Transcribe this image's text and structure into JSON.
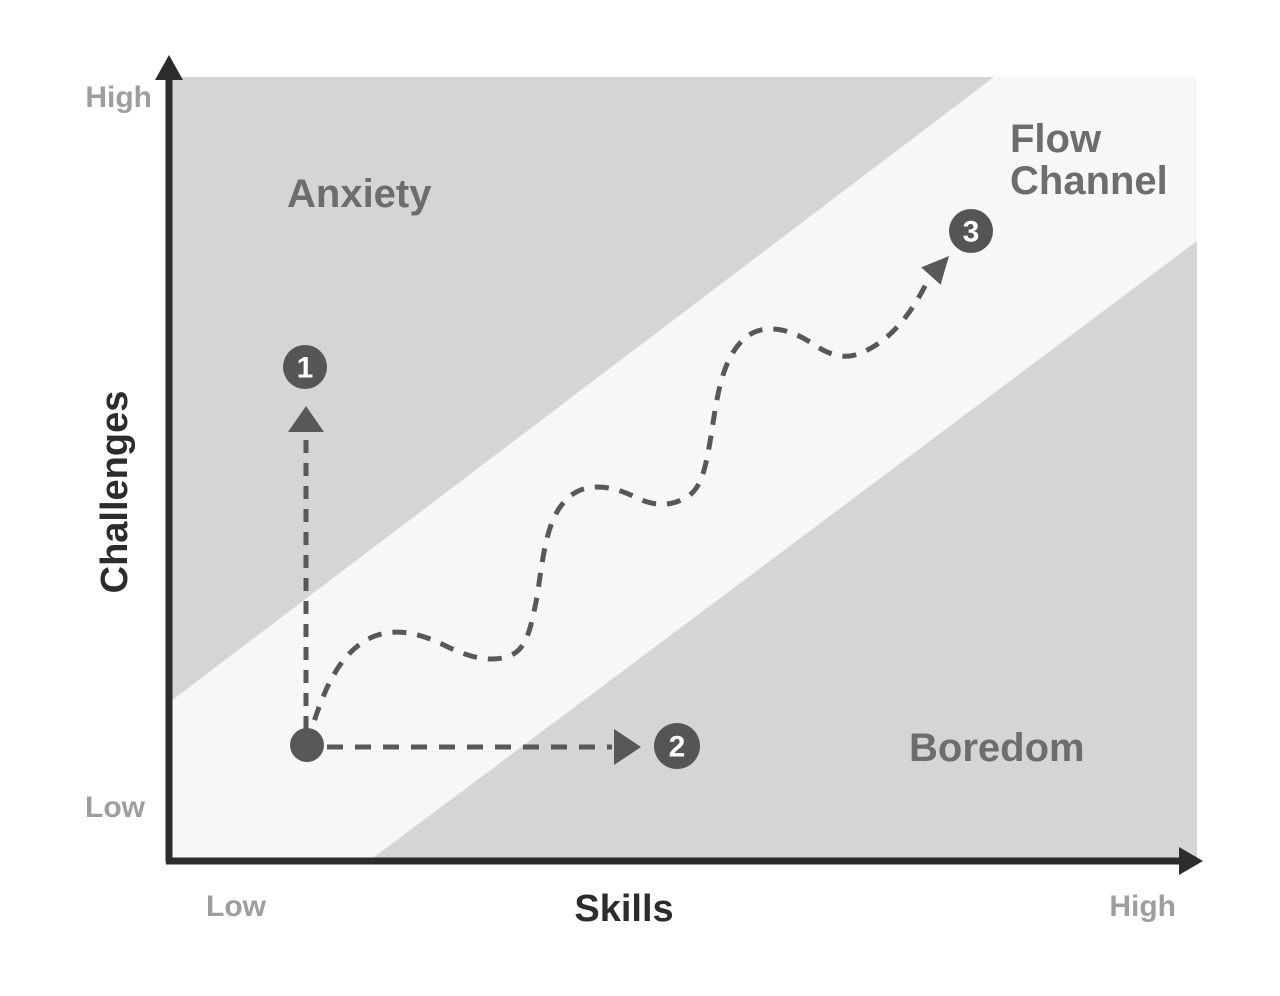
{
  "figure": {
    "type": "flow-channel-diagram",
    "y_axis": {
      "label": "Challenges",
      "top_tick": "High",
      "bottom_tick": "Low"
    },
    "x_axis": {
      "label": "Skills",
      "left_tick": "Low",
      "right_tick": "High"
    },
    "regions": {
      "upper_left": "Anxiety",
      "lower_right": "Boredom",
      "band_label_line1": "Flow",
      "band_label_line2": "Channel"
    },
    "markers": {
      "one": "1",
      "two": "2",
      "three": "3"
    },
    "colors": {
      "background": "#ffffff",
      "region_gray": "#d5d5d5",
      "band_light": "#f7f7f7",
      "axis": "#2c2c2e",
      "path_gray": "#58585a",
      "tick_labels": "#9e9e9e",
      "region_labels": "#6d6d6d",
      "marker_number": "#ffffff"
    }
  }
}
